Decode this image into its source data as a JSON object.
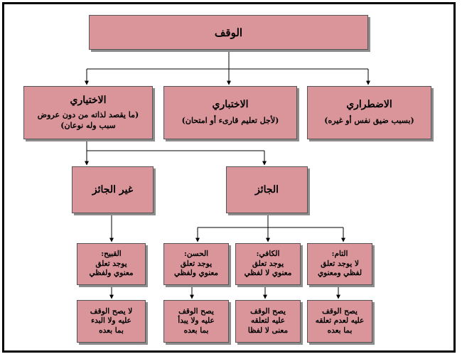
{
  "diagram": {
    "root": {
      "label": "الوقف"
    },
    "level1": [
      {
        "title": "الاضطراري",
        "note": "(بسبب ضيق نفس أو غيره)"
      },
      {
        "title": "الاختباري",
        "note": "(لأجل تعليم قارىء أو امتحان)"
      },
      {
        "title": "الاختياري",
        "note_lines": [
          "(ما يقصد لذاته من دون عروض",
          "سبب وله نوعان)"
        ]
      }
    ],
    "level2": [
      {
        "label": "الجائز"
      },
      {
        "label": "غير الجائز"
      }
    ],
    "level3": [
      {
        "lines": [
          "التام:",
          "لا يوجد تعلق",
          "لفظي ومعنوي"
        ]
      },
      {
        "lines": [
          "الكافي:",
          "يوجد تعلق",
          "معنوي لا لفظي"
        ]
      },
      {
        "lines": [
          "الحسن:",
          "يوجد تعلق",
          "معنوي ولفظي"
        ]
      },
      {
        "lines": [
          "القبيح:",
          "يوجد تعلق",
          "معنوي ولفظي"
        ]
      }
    ],
    "level4": [
      {
        "lines": [
          "يصح الوقف",
          "عليه لعدم تعلقه",
          "بما بعده"
        ]
      },
      {
        "lines": [
          "يصح الوقف",
          "عليه لتعلقه",
          "معنى لا لفظا"
        ]
      },
      {
        "lines": [
          "يصح الوقف",
          "عليه ولا يبدأ",
          "بما بعده"
        ]
      },
      {
        "lines": [
          "لا يصح الوقف",
          "عليه ولا البدء",
          "بما بعده"
        ]
      }
    ]
  }
}
